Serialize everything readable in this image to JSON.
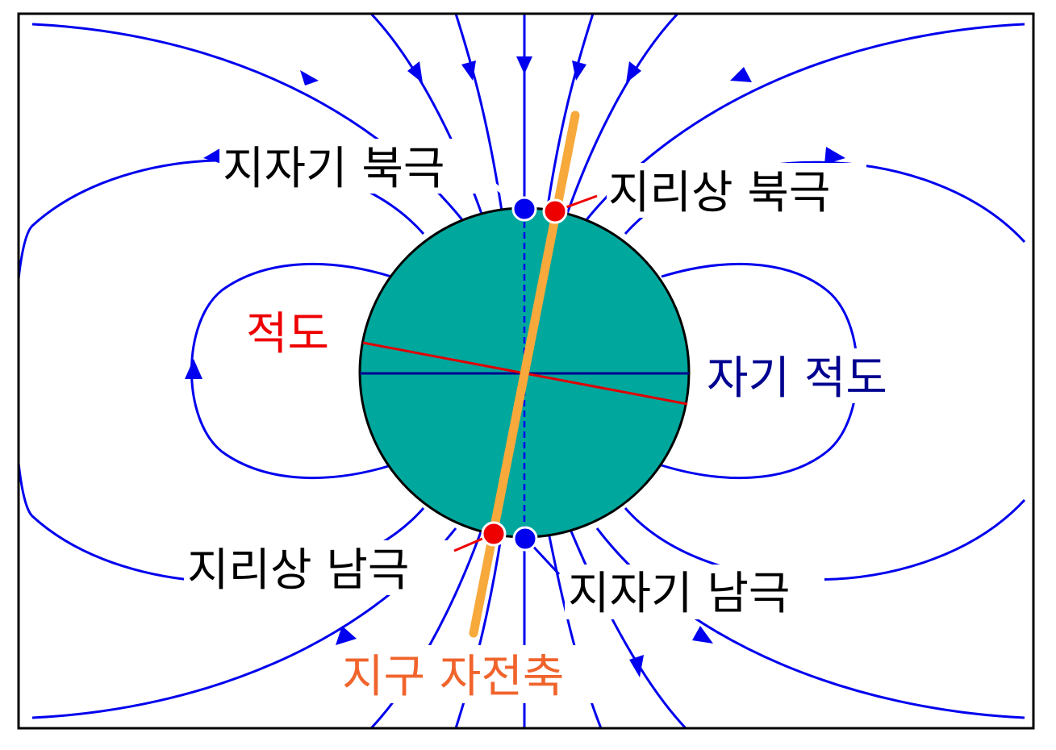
{
  "labels": {
    "magnetic_north": "지자기 북극",
    "geographic_north": "지리상 북극",
    "equator": "적도",
    "magnetic_equator": "자기 적도",
    "geographic_south": "지리상 남극",
    "magnetic_south": "지자기 남극",
    "rotation_axis": "지구 자전축"
  },
  "colors": {
    "field_lines": "#0000ee",
    "earth_fill": "#00a79d",
    "rotation_axis": "#f7a93b",
    "equator": "#e00000",
    "magnetic_equator": "#000090",
    "magnetic_pole_dot": "#0000ee",
    "geographic_pole_dot": "#ee0000",
    "text_default": "#000000",
    "text_equator": "#ee0000",
    "text_magnetic_equator": "#000090",
    "text_axis": "#f0642c"
  }
}
